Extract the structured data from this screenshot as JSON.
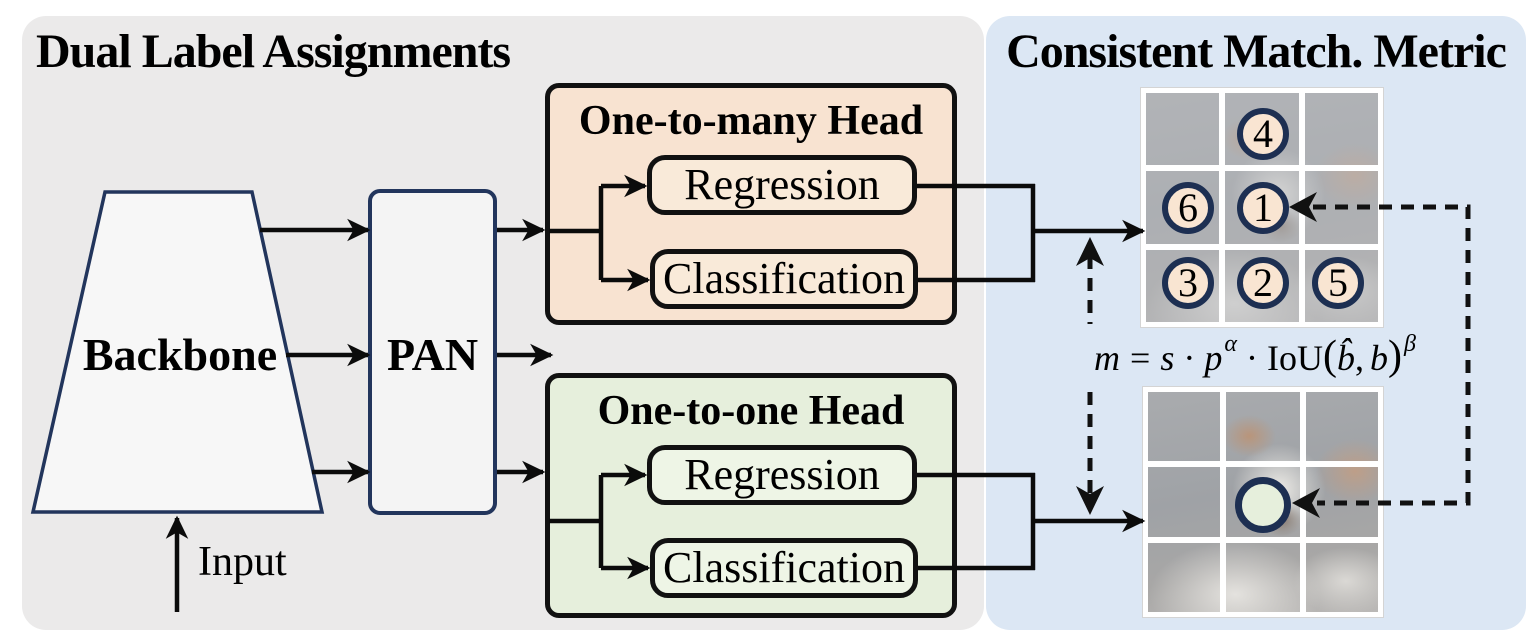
{
  "left_panel": {
    "title": "Dual Label Assignments",
    "backbone": "Backbone",
    "pan": "PAN",
    "input": "Input",
    "one_to_many_head": {
      "title": "One-to-many Head",
      "regression": "Regression",
      "classification": "Classification"
    },
    "one_to_one_head": {
      "title": "One-to-one Head",
      "regression": "Regression",
      "classification": "Classification"
    }
  },
  "right_panel": {
    "title": "Consistent Match. Metric",
    "formula": {
      "m": "m",
      "equals": "=",
      "s": "s",
      "cdot1": "·",
      "p": "p",
      "alpha": "α",
      "cdot2": "·",
      "iou": "IoU",
      "open_paren": "(",
      "b_hat": "b̂",
      "comma": ",",
      "b": "b",
      "close_paren": ")",
      "beta": "β"
    },
    "one_to_many_grid": {
      "circle_numbers": [
        "4",
        "6",
        "1",
        "3",
        "2",
        "5"
      ]
    },
    "one_to_one_grid": {
      "circle_numbers": []
    }
  },
  "colors": {
    "left_panel_bg": "#ebeaea",
    "right_panel_bg": "#dce7f4",
    "one_to_many_bg": "#f8e3d1",
    "one_to_one_bg": "#e6efdc",
    "node_border_navy": "#22355c",
    "circle_border_navy": "#1d2f52",
    "circle_fill_peach": "#f9e5d2",
    "line_black": "#0b0b0b"
  }
}
